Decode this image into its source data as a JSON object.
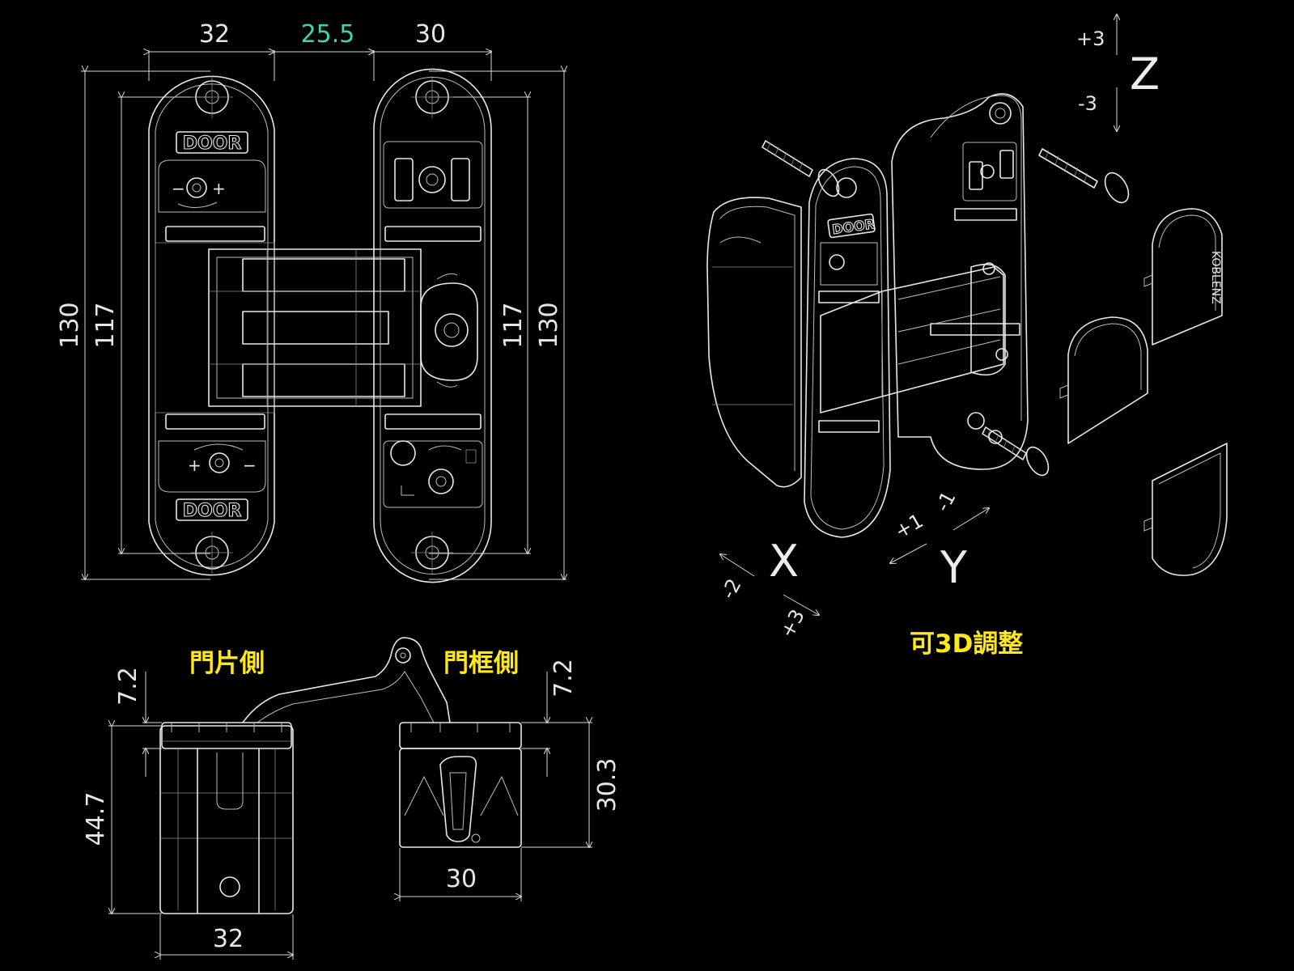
{
  "top_view": {
    "width_left": "32",
    "gap_center": "25.5",
    "width_right": "30",
    "height_outer_left": "130",
    "height_inner_left": "117",
    "height_inner_right": "117",
    "height_outer_right": "130",
    "door_label": "DOOR"
  },
  "side_view": {
    "door_side_label": "門片側",
    "frame_side_label": "門框側",
    "height_left_top": "7.2",
    "height_left_total": "44.7",
    "width_left_bottom": "32",
    "height_right_top": "7.2",
    "height_right_total": "30.3",
    "width_right_bottom": "30"
  },
  "iso_view": {
    "z_axis": "Z",
    "z_plus": "+3",
    "z_minus": "-3",
    "x_axis": "X",
    "x_minus": "-2",
    "x_plus": "+3",
    "y_axis": "Y",
    "y_plus": "+1",
    "y_minus": "-1",
    "caption": "可3D調整",
    "door_label": "DOOR",
    "brand_text": "KOBLENZ"
  },
  "colors": {
    "background": "#000000",
    "lines": "#e8e8e8",
    "highlight_dimension": "#3fd3b0",
    "caption": "#ffe81a"
  }
}
